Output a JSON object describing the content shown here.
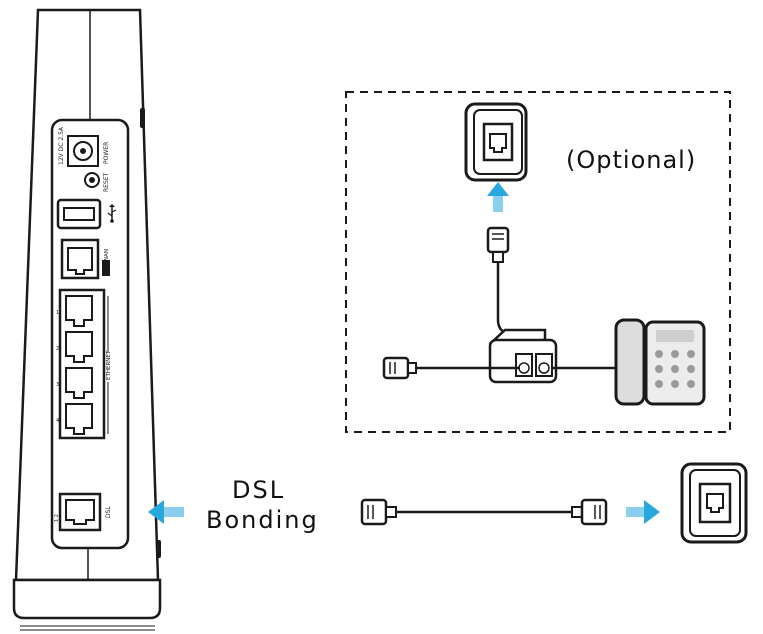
{
  "labels": {
    "optional": "(Optional)",
    "dsl_line1": "DSL",
    "dsl_line2": "Bonding"
  },
  "router_panel": {
    "power_in": "12V DC 2.5A",
    "power": "POWER",
    "reset": "RESET",
    "usb_icon": "usb-icon",
    "lan_wan": "LAN/WAN",
    "ethernet": "ETHERNET",
    "port_numbers": [
      "1",
      "2",
      "3",
      "4"
    ],
    "dsl_port": "DSL",
    "dsl_pins": "1 2"
  },
  "colors": {
    "arrow": "#29a8e0",
    "line": "#1a1a1a",
    "device_fill": "#f2f2f2",
    "phone_fill": "#dcdcdc"
  }
}
